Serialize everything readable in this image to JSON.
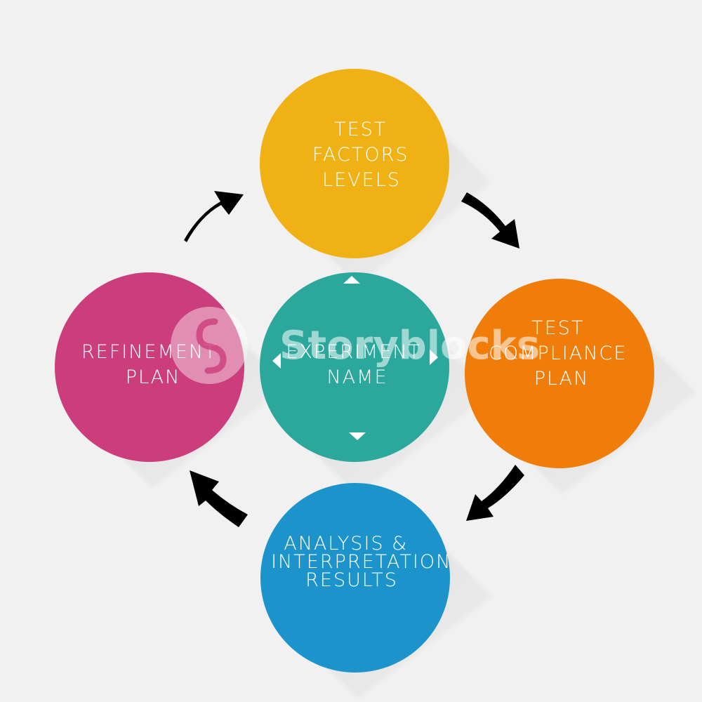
{
  "nodes": {
    "top": {
      "lines": [
        "TEST",
        "FACTORS",
        "LEVELS"
      ],
      "color": "#f0b114"
    },
    "right": {
      "lines": [
        "TEST",
        "COMPLIANCE",
        "PLAN"
      ],
      "color": "#f07d0a"
    },
    "bottom": {
      "lines": [
        "ANALYSIS &",
        "INTERPRETATION",
        "RESULTS"
      ],
      "color": "#1c94cb"
    },
    "left": {
      "lines": [
        "REFINEMENT",
        "PLAN"
      ],
      "color": "#cc3d7b"
    },
    "center": {
      "lines": [
        "EXPERIMENT",
        "NAME"
      ],
      "color": "#2ba79c"
    }
  },
  "arrow_color": "#000000",
  "watermark": {
    "text": "Storyblocks",
    "logo_icon": "storyblocks-logo-icon"
  },
  "icons": {
    "center_markers": [
      "triangle-up-icon",
      "triangle-right-icon",
      "triangle-down-icon",
      "triangle-left-icon"
    ]
  }
}
